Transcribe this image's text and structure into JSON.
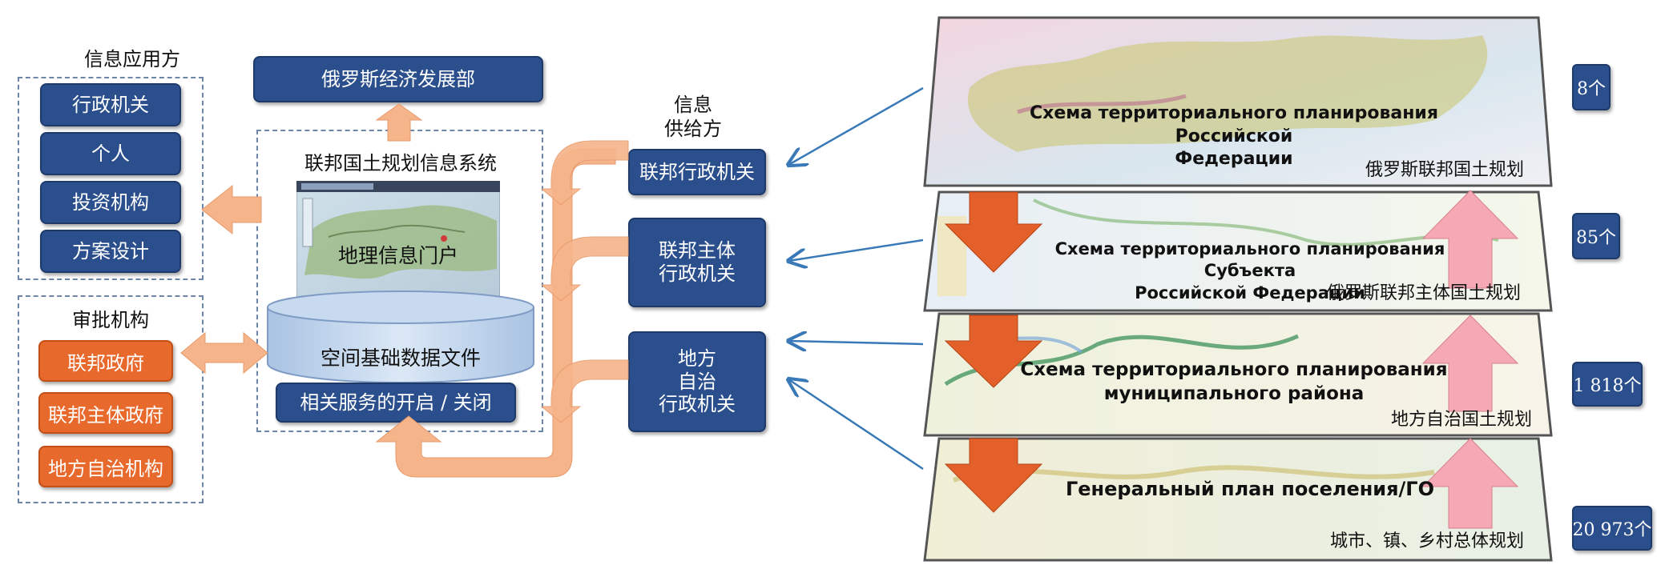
{
  "app_side": {
    "title": "信息应用方",
    "items": [
      "行政机关",
      "个人",
      "投资机构",
      "方案设计"
    ]
  },
  "approval": {
    "title": "审批机构",
    "items": [
      "联邦政府",
      "联邦主体政府",
      "地方自治机构"
    ]
  },
  "ministry": "俄罗斯经济发展部",
  "system": {
    "title": "联邦国土规划信息系统",
    "portal": "地理信息门户",
    "database": "空间基础数据文件",
    "service": "相关服务的开启 / 关闭"
  },
  "supply": {
    "title": "信息\n供给方",
    "items": [
      "联邦行政机关",
      "联邦主体\n行政机关",
      "地方\n自治\n行政机关"
    ]
  },
  "layers": [
    {
      "title": "Схема территориального планирования Российской\nФедерации",
      "label": "俄罗斯联邦国土规划",
      "count": "8个"
    },
    {
      "title": "Схема территориального планирования Субъекта\nРоссийской Федерации",
      "label": "俄罗斯联邦主体国土规划",
      "count": "85个"
    },
    {
      "title": "Схема территориального планирования\nмуниципального района",
      "label": "地方自治国土规划",
      "count": "1 818个"
    },
    {
      "title": "Генеральный план поселения/ГО",
      "label": "城市、镇、乡村总体规划",
      "count": "20 973个"
    }
  ],
  "colors": {
    "box_blue": "#2b4f8c",
    "box_orange": "#e8692c",
    "arrow_peach": "#f6b48a",
    "arrow_down": "#e3602a",
    "arrow_up": "#f4a9b4",
    "link_arrow": "#3a79b7"
  }
}
